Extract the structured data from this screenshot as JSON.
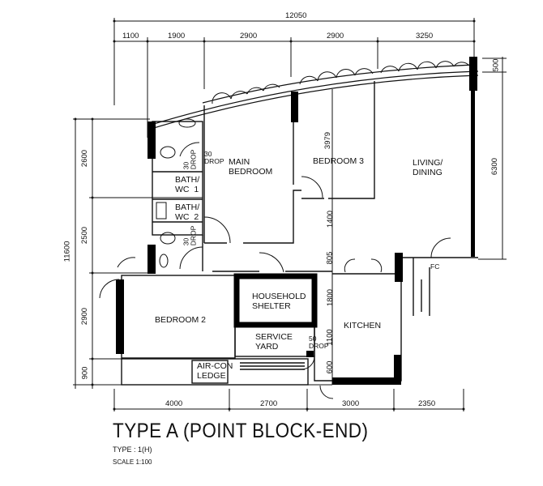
{
  "drawing": {
    "title": "TYPE A (POINT BLOCK-END)",
    "type_label": "TYPE : 1(H)",
    "scale_label": "SCALE  1:100"
  },
  "dimensions": {
    "top_overall": "12050",
    "top": [
      "1100",
      "1900",
      "2900",
      "2900",
      "3250"
    ],
    "bottom": [
      "4000",
      "2700",
      "3000",
      "2350"
    ],
    "left_overall": "11600",
    "left": [
      "2600",
      "2500",
      "2900",
      "900"
    ],
    "right": [
      "500",
      "6300"
    ],
    "internal": {
      "bedroom3_depth": "3979",
      "corridor": "1400",
      "passage": "805",
      "kitchen_a": "1800",
      "kitchen_b": "1100",
      "kitchen_c": "600"
    }
  },
  "rooms": {
    "main_bedroom": "MAIN\nBEDROOM",
    "bedroom_3": "BEDROOM 3",
    "living_dining": "LIVING/\nDINING",
    "bath_wc_1": "BATH/\nWC  1",
    "bath_wc_2": "BATH/\nWC  2",
    "bedroom_2": "BEDROOM 2",
    "household_shelter": "HOUSEHOLD\nSHELTER",
    "service_yard": "SERVICE\nYARD",
    "kitchen": "KITCHEN",
    "aircon_ledge": "AIR-CON\nLEDGE"
  },
  "annotations": {
    "drop_30_a": "30\nDROP",
    "drop_30_b": "30\nDROP",
    "drop_30_c": "30\nDROP",
    "drop_50": "50\nDROP",
    "fc": "FC"
  },
  "colors": {
    "ink": "#111111",
    "wall": "#000000",
    "background": "#ffffff"
  }
}
